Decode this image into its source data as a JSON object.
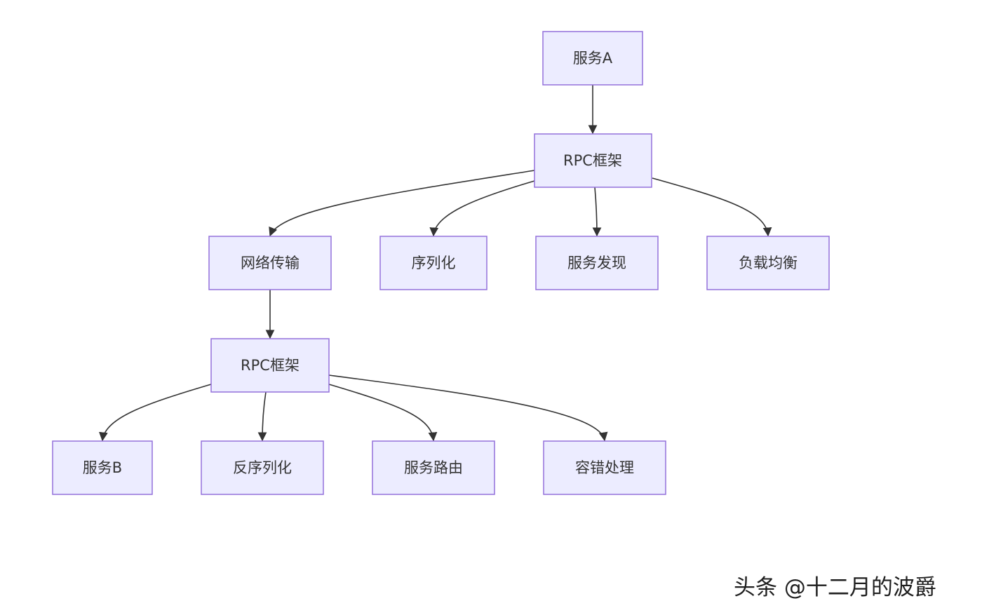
{
  "diagram": {
    "nodes": {
      "serviceA": "服务A",
      "rpc1": "RPC框架",
      "network": "网络传输",
      "serialize": "序列化",
      "discovery": "服务发现",
      "loadbalance": "负载均衡",
      "rpc2": "RPC框架",
      "serviceB": "服务B",
      "deserialize": "反序列化",
      "routing": "服务路由",
      "faulttol": "容错处理"
    },
    "colors": {
      "node_fill": "#ECECFF",
      "node_stroke": "#9370DB",
      "edge": "#333333",
      "text": "#333333"
    }
  },
  "watermark": {
    "text": "头条 @十二月的波爵"
  }
}
